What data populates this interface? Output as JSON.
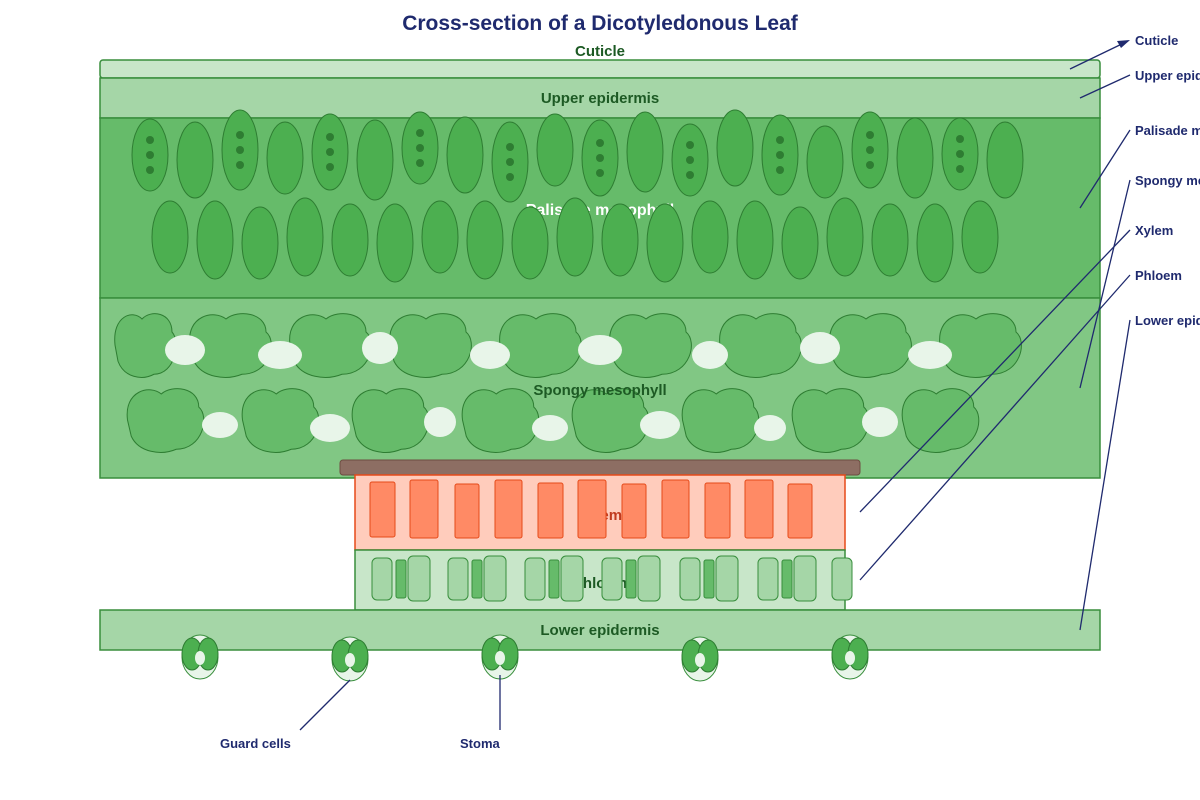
{
  "title": "Cross-section of a Dicotyledonous Leaf",
  "layers": {
    "cuticle": "Cuticle",
    "upper_epidermis": "Upper epidermis",
    "palisade": "Palisade mesophyll",
    "spongy": "Spongy mesophyll",
    "xylem": "Xylem",
    "phloem": "Phloem",
    "lower_epidermis": "Lower epidermis"
  },
  "callouts": {
    "cuticle": "Cuticle",
    "upper_epidermis": "Upper epidermis",
    "palisade": "Palisade mesophyll",
    "spongy": "Spongy mesophyll",
    "xylem": "Xylem",
    "phloem": "Phloem",
    "lower_epidermis": "Lower epidermis",
    "guard_cells": "Guard cells",
    "stoma": "Stoma"
  },
  "colors": {
    "title": "#1f2a6e",
    "cuticle": "#c8e6c9",
    "epidermis": "#a5d6a7",
    "palisade": "#66bb6a",
    "spongy": "#81c784",
    "cell": "#4caf50",
    "xylem": "#ff8a65",
    "xylem_bg": "#ffccbc",
    "phloem_bg": "#c8e6c9",
    "bundle_cap": "#8d6e63"
  }
}
